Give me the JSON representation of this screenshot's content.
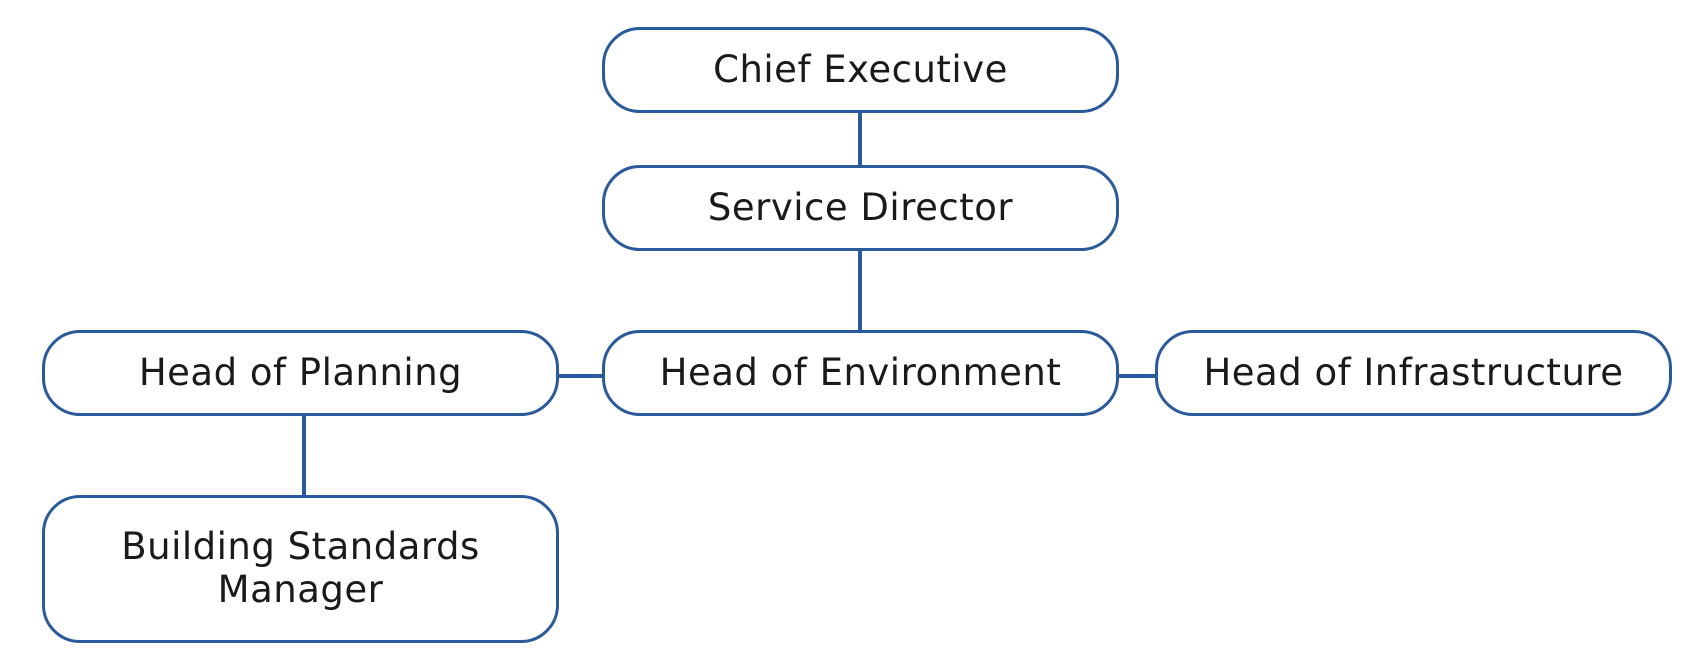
{
  "colors": {
    "border": "#2b5a9b",
    "connector": "#2b5a9b",
    "text": "#1a1a1a",
    "background": "#ffffff"
  },
  "org_chart": {
    "chief_executive": "Chief Executive",
    "service_director": "Service Director",
    "head_of_planning": "Head of Planning",
    "head_of_environment": "Head of Environment",
    "head_of_infrastructure": "Head of Infrastructure",
    "building_standards_manager": "Building Standards\nManager"
  }
}
